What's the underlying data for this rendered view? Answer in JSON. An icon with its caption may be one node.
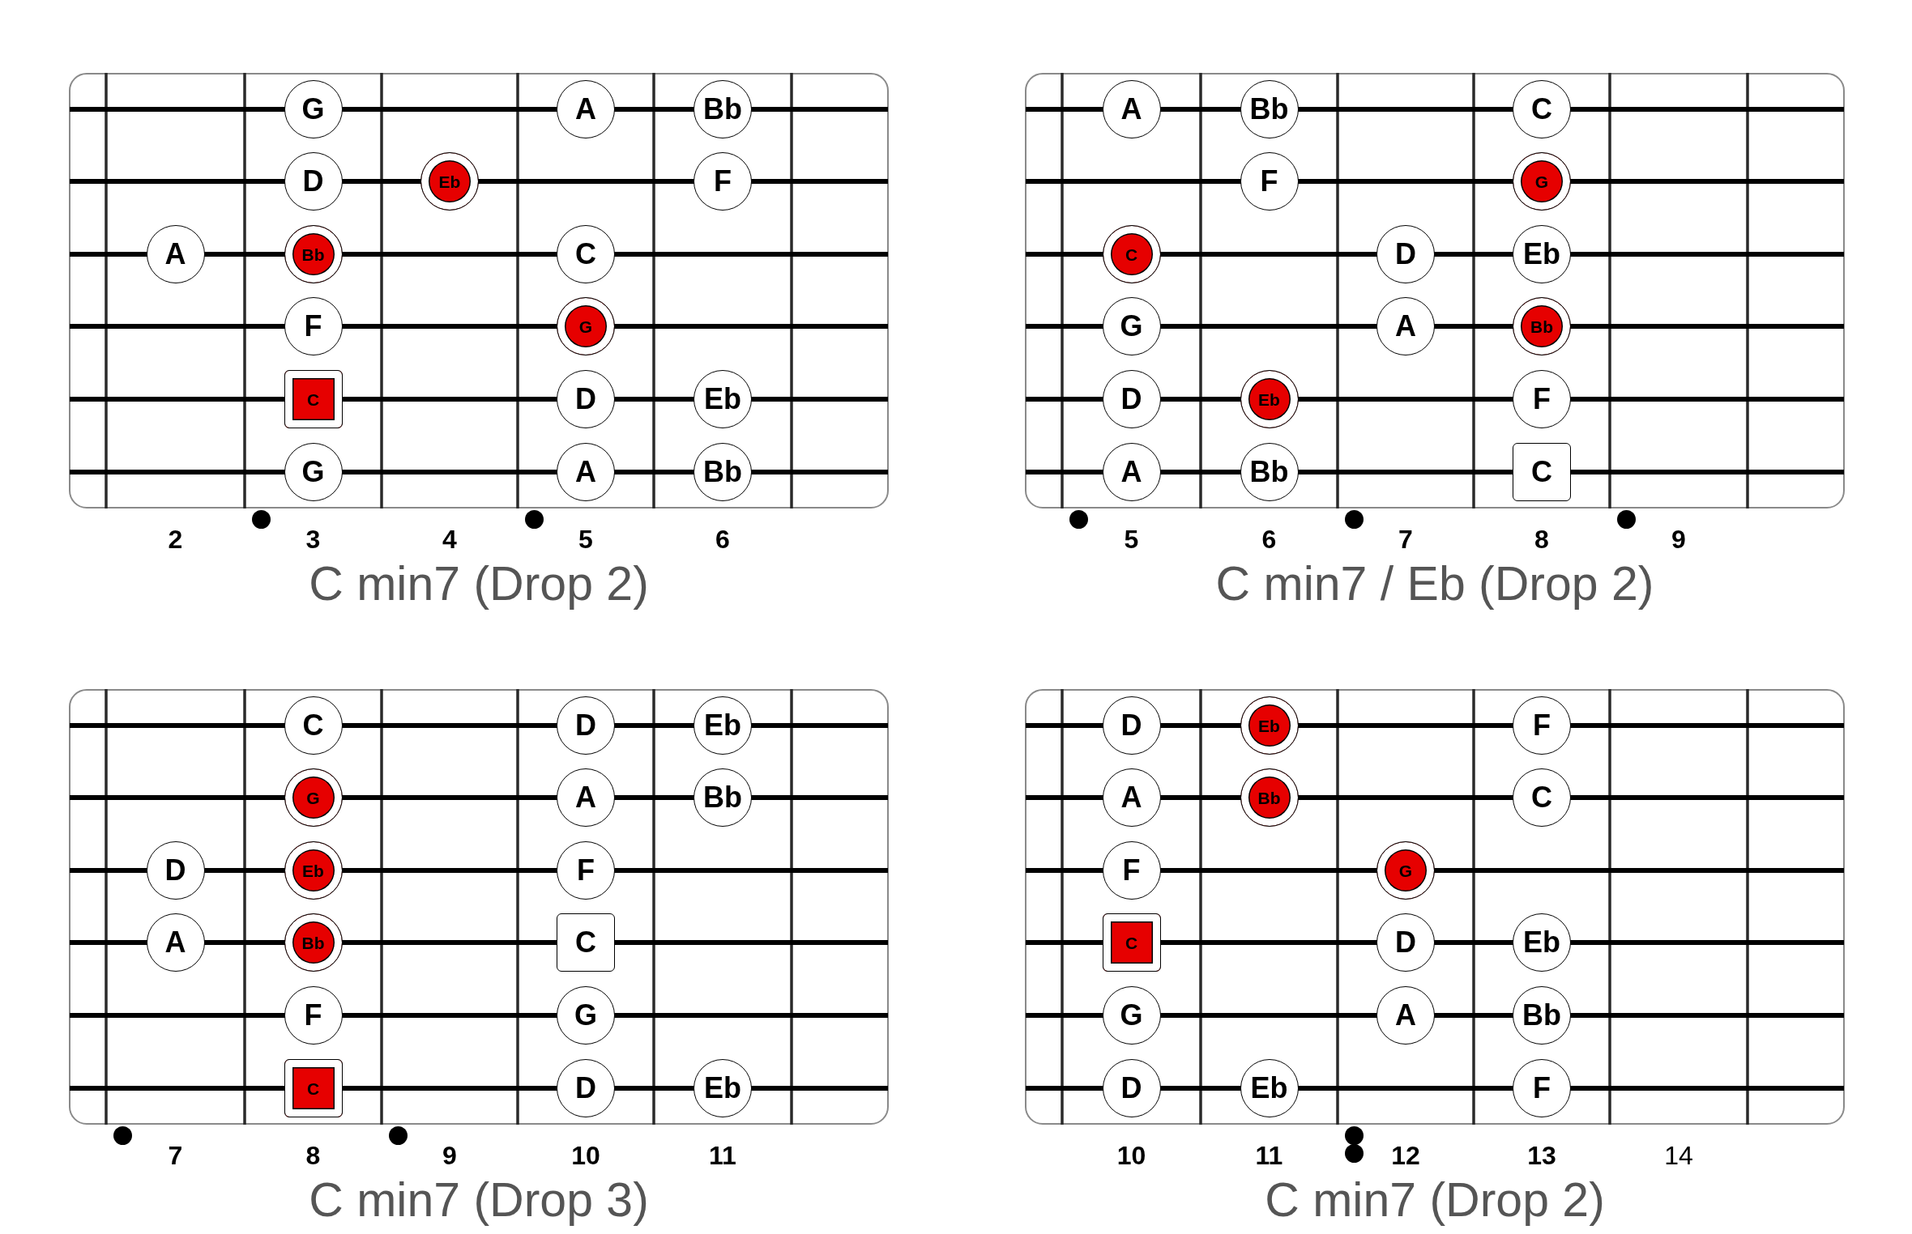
{
  "diagram": {
    "nodes": [
      {
        "text": [],
        "shape": "box",
        "beside": [
          "2",
          "3",
          "4",
          "5",
          "6",
          "C min7 (Drop 2)"
        ]
      },
      {
        "text": [
          "G"
        ],
        "in": 0
      },
      {
        "text": [
          "A"
        ],
        "in": 0
      },
      {
        "text": [
          "Bb"
        ],
        "in": 0
      },
      {
        "text": [
          "D"
        ],
        "in": 0
      },
      {
        "text": [
          "Eb"
        ],
        "in": 0
      },
      {
        "text": [
          "F"
        ],
        "in": 0
      },
      {
        "text": [
          "A"
        ],
        "in": 0
      },
      {
        "text": [
          "Bb"
        ],
        "in": 0
      },
      {
        "text": [
          "C"
        ],
        "in": 0
      },
      {
        "text": [
          "F"
        ],
        "in": 0
      },
      {
        "text": [
          "G"
        ],
        "in": 0
      },
      {
        "text": [
          "C"
        ],
        "in": 0
      },
      {
        "text": [
          "D"
        ],
        "in": 0
      },
      {
        "text": [
          "Eb"
        ],
        "in": 0
      },
      {
        "text": [
          "G"
        ],
        "in": 0
      },
      {
        "text": [
          "A"
        ],
        "in": 0
      },
      {
        "text": [
          "Bb"
        ],
        "in": 0
      },
      {
        "text": [],
        "shape": "box",
        "beside": [
          "5",
          "6",
          "7",
          "8",
          "9",
          "C min7 / Eb (Drop 2)"
        ]
      },
      {
        "text": [
          "A"
        ],
        "in": 18
      },
      {
        "text": [
          "Bb"
        ],
        "in": 18
      },
      {
        "text": [
          "C"
        ],
        "in": 18
      },
      {
        "text": [
          "F"
        ],
        "in": 18
      },
      {
        "text": [
          "G"
        ],
        "in": 18
      },
      {
        "text": [
          "C"
        ],
        "in": 18
      },
      {
        "text": [
          "D"
        ],
        "in": 18
      },
      {
        "text": [
          "Eb"
        ],
        "in": 18
      },
      {
        "text": [
          "G"
        ],
        "in": 18
      },
      {
        "text": [
          "A"
        ],
        "in": 18
      },
      {
        "text": [
          "Bb"
        ],
        "in": 18
      },
      {
        "text": [
          "D"
        ],
        "in": 18
      },
      {
        "text": [
          "Eb"
        ],
        "in": 18
      },
      {
        "text": [
          "F"
        ],
        "in": 18
      },
      {
        "text": [
          "A"
        ],
        "in": 18
      },
      {
        "text": [
          "Bb"
        ],
        "in": 18
      },
      {
        "text": [
          "C"
        ],
        "in": 18
      },
      {
        "text": [],
        "shape": "box",
        "beside": [
          "7",
          "8",
          "9",
          "10",
          "11",
          "C min7 (Drop 3)"
        ]
      },
      {
        "text": [
          "C"
        ],
        "in": 36
      },
      {
        "text": [
          "D"
        ],
        "in": 36
      },
      {
        "text": [
          "Eb"
        ],
        "in": 36
      },
      {
        "text": [
          "G"
        ],
        "in": 36
      },
      {
        "text": [
          "A"
        ],
        "in": 36
      },
      {
        "text": [
          "Bb"
        ],
        "in": 36
      },
      {
        "text": [
          "D"
        ],
        "in": 36
      },
      {
        "text": [
          "Eb"
        ],
        "in": 36
      },
      {
        "text": [
          "F"
        ],
        "in": 36
      },
      {
        "text": [
          "A"
        ],
        "in": 36
      },
      {
        "text": [
          "Bb"
        ],
        "in": 36
      },
      {
        "text": [
          "C"
        ],
        "in": 36
      },
      {
        "text": [
          "F"
        ],
        "in": 36
      },
      {
        "text": [
          "G"
        ],
        "in": 36
      },
      {
        "text": [
          "C"
        ],
        "in": 36
      },
      {
        "text": [
          "D"
        ],
        "in": 36
      },
      {
        "text": [
          "Eb"
        ],
        "in": 36
      },
      {
        "text": [],
        "shape": "box",
        "beside": [
          "10",
          "11",
          "12",
          "13",
          "14",
          "C min7 (Drop 2)"
        ]
      },
      {
        "text": [
          "D"
        ],
        "in": 54
      },
      {
        "text": [
          "Eb"
        ],
        "in": 54
      },
      {
        "text": [
          "F"
        ],
        "in": 54
      },
      {
        "text": [
          "A"
        ],
        "in": 54
      },
      {
        "text": [
          "Bb"
        ],
        "in": 54
      },
      {
        "text": [
          "C"
        ],
        "in": 54
      },
      {
        "text": [
          "F"
        ],
        "in": 54
      },
      {
        "text": [
          "G"
        ],
        "in": 54
      },
      {
        "text": [
          "C"
        ],
        "in": 54
      },
      {
        "text": [
          "D"
        ],
        "in": 54
      },
      {
        "text": [
          "Eb"
        ],
        "in": 54
      },
      {
        "text": [
          "G"
        ],
        "in": 54
      },
      {
        "text": [
          "A"
        ],
        "in": 54
      },
      {
        "text": [
          "Bb"
        ],
        "in": 54
      },
      {
        "text": [
          "D"
        ],
        "in": 54
      },
      {
        "text": [
          "Eb"
        ],
        "in": 54
      },
      {
        "text": [
          "F"
        ],
        "in": 54
      }
    ]
  }
}
